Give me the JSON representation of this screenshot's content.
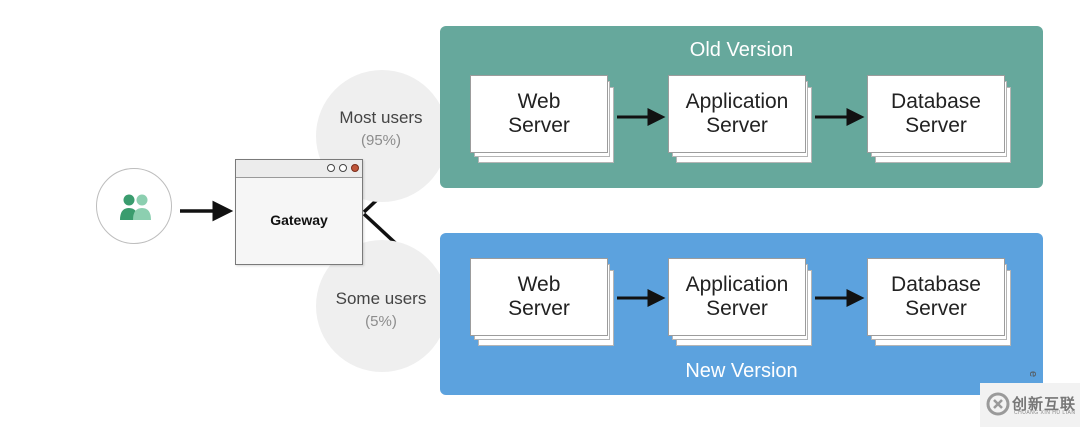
{
  "gateway": {
    "label": "Gateway"
  },
  "traffic": {
    "most": {
      "label": "Most users",
      "percent": "(95%)"
    },
    "some": {
      "label": "Some users",
      "percent": "(5%)"
    }
  },
  "environments": {
    "old": {
      "title": "Old Version",
      "color": "#66a89c",
      "servers": [
        {
          "line1": "Web",
          "line2": "Server"
        },
        {
          "line1": "Application",
          "line2": "Server"
        },
        {
          "line1": "Database",
          "line2": "Server"
        }
      ]
    },
    "new": {
      "title": "New Version",
      "color": "#5ca2de",
      "servers": [
        {
          "line1": "Web",
          "line2": "Server"
        },
        {
          "line1": "Application",
          "line2": "Server"
        },
        {
          "line1": "Database",
          "line2": "Server"
        }
      ]
    }
  },
  "icons": {
    "users": "users-icon",
    "user_icon_color": "#3a9c6e",
    "watermark_logo": "cdcxhl-logo-icon"
  },
  "watermark": {
    "text": "创新互联",
    "subtext": "CHUANG XIN HU LIAN"
  },
  "edge_glyph": "e"
}
